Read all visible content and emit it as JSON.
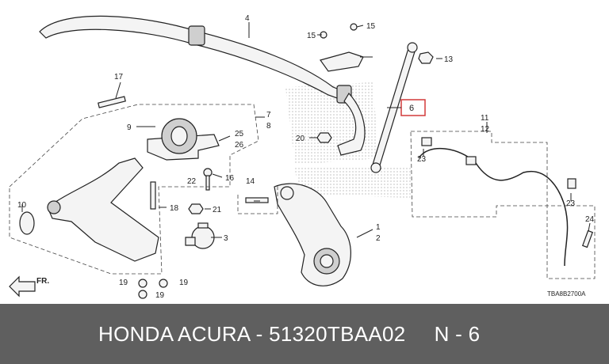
{
  "diagram": {
    "drawing_code": "TBA8B2700A",
    "highlighted_label": "6",
    "labels": {
      "l1": "1",
      "l2": "2",
      "l3": "3",
      "l4": "4",
      "l7": "7",
      "l8": "8",
      "l9": "9",
      "l10": "10",
      "l11": "11",
      "l12": "12",
      "l13": "13",
      "l14": "14",
      "l15a": "15",
      "l15b": "15",
      "l16": "16",
      "l17": "17",
      "l18": "18",
      "l19a": "19",
      "l19b": "19",
      "l19c": "19",
      "l20": "20",
      "l21": "21",
      "l22": "22",
      "l23a": "23",
      "l23b": "23",
      "l24": "24",
      "l25": "25",
      "l26": "26",
      "lfr": "FR."
    }
  },
  "footer": {
    "title": "HONDA ACURA - 51320TBAA02",
    "ref": "N - 6"
  }
}
